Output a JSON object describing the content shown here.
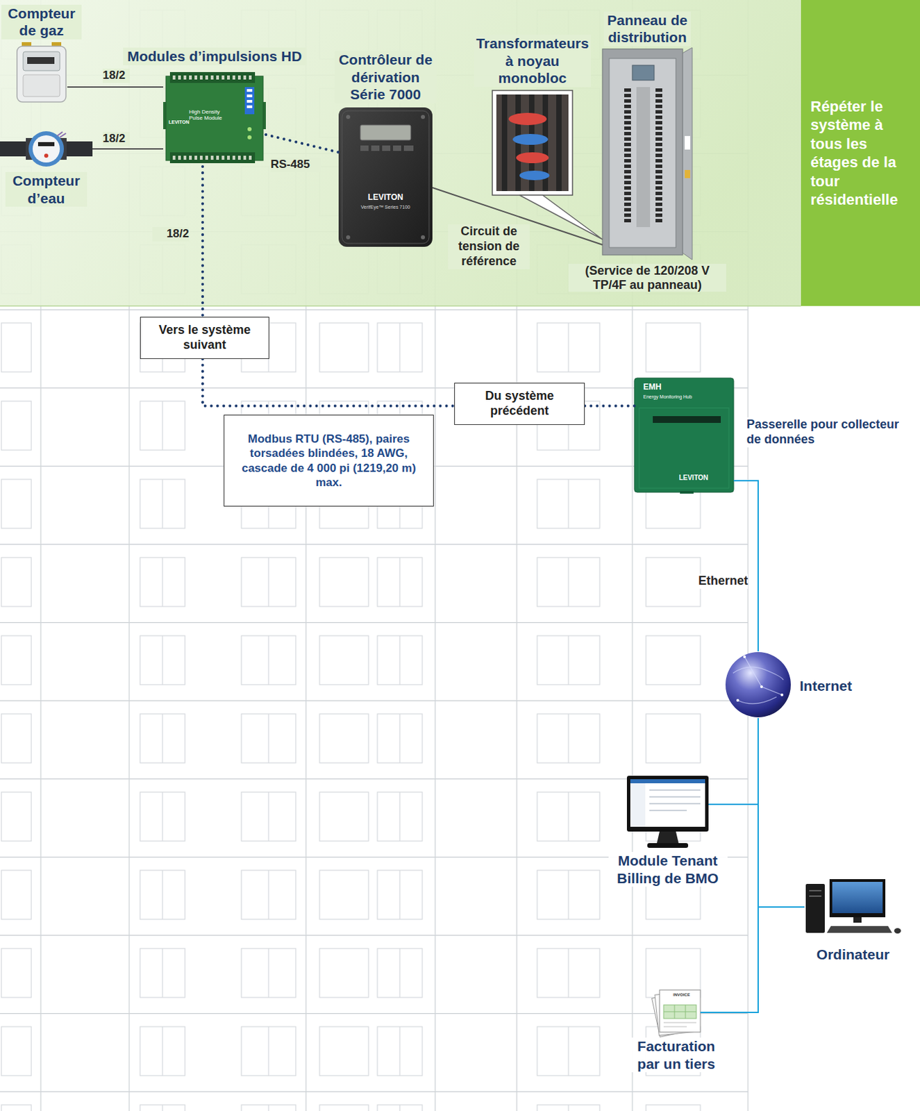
{
  "diagram": {
    "nodes": [
      {
        "text": [
          "Compteur de gaz"
        ]
      },
      {
        "text": [
          "Modules d’impulsions HD"
        ]
      },
      {
        "text": [
          "Contrôleur de dérivation Série 7000"
        ]
      },
      {
        "text": [
          "Transformateurs à noyau monobloc"
        ]
      },
      {
        "text": [
          "Panneau de distribution"
        ]
      },
      {
        "text": [
          "Répéter le système à tous les étages de la tour résidentielle"
        ]
      },
      {
        "text": [
          "Compteur d’eau"
        ]
      },
      {
        "text": [
          "Vers le système suivant"
        ]
      },
      {
        "text": [
          "Du système précédent"
        ]
      },
      {
        "text": [
          "Modbus RTU (RS-485), paires torsadées blindées, 18 AWG, cascade de 4 000 pi (1219,20 m) max."
        ]
      },
      {
        "text": [
          "Passerelle pour collecteur de données"
        ]
      },
      {
        "text": [
          "Internet"
        ]
      },
      {
        "text": [
          "Module Tenant Billing de BMO"
        ]
      },
      {
        "text": [
          "Ordinateur"
        ]
      },
      {
        "text": [
          "Facturation par un tiers"
        ]
      }
    ],
    "edges": [
      {
        "from": 0,
        "to": 1,
        "label": "18/2",
        "arrow": "none"
      },
      {
        "from": 6,
        "to": 1,
        "label": "18/2",
        "arrow": "none"
      },
      {
        "from": 1,
        "to": 2,
        "label": "RS-485",
        "arrow": "none"
      },
      {
        "from": 2,
        "to": 4,
        "label": "Circuit de tension de référence",
        "arrow": "none"
      },
      {
        "from": 3,
        "to": 4,
        "arrow": "none"
      },
      {
        "from": 1,
        "to": 7,
        "label": "18/2",
        "arrow": "none"
      },
      {
        "from": 7,
        "to": 8,
        "arrow": "none"
      },
      {
        "from": 8,
        "to": 10,
        "arrow": "none"
      },
      {
        "from": 10,
        "to": 11,
        "label": "Ethernet",
        "arrow": "none"
      },
      {
        "from": 11,
        "to": 12,
        "arrow": "none"
      },
      {
        "from": 11,
        "to": 13,
        "arrow": "none"
      },
      {
        "from": 11,
        "to": 14,
        "arrow": "none"
      }
    ],
    "labels": [
      "High Density Pulse Module",
      "LEVITON",
      "LEVITON",
      "VerifEye™ Series 7100",
      "(Service de 120/208 V TP/4F au panneau)",
      "EMH",
      "Energy Monitoring Hub",
      "LEVITON",
      "INVOICE"
    ]
  }
}
